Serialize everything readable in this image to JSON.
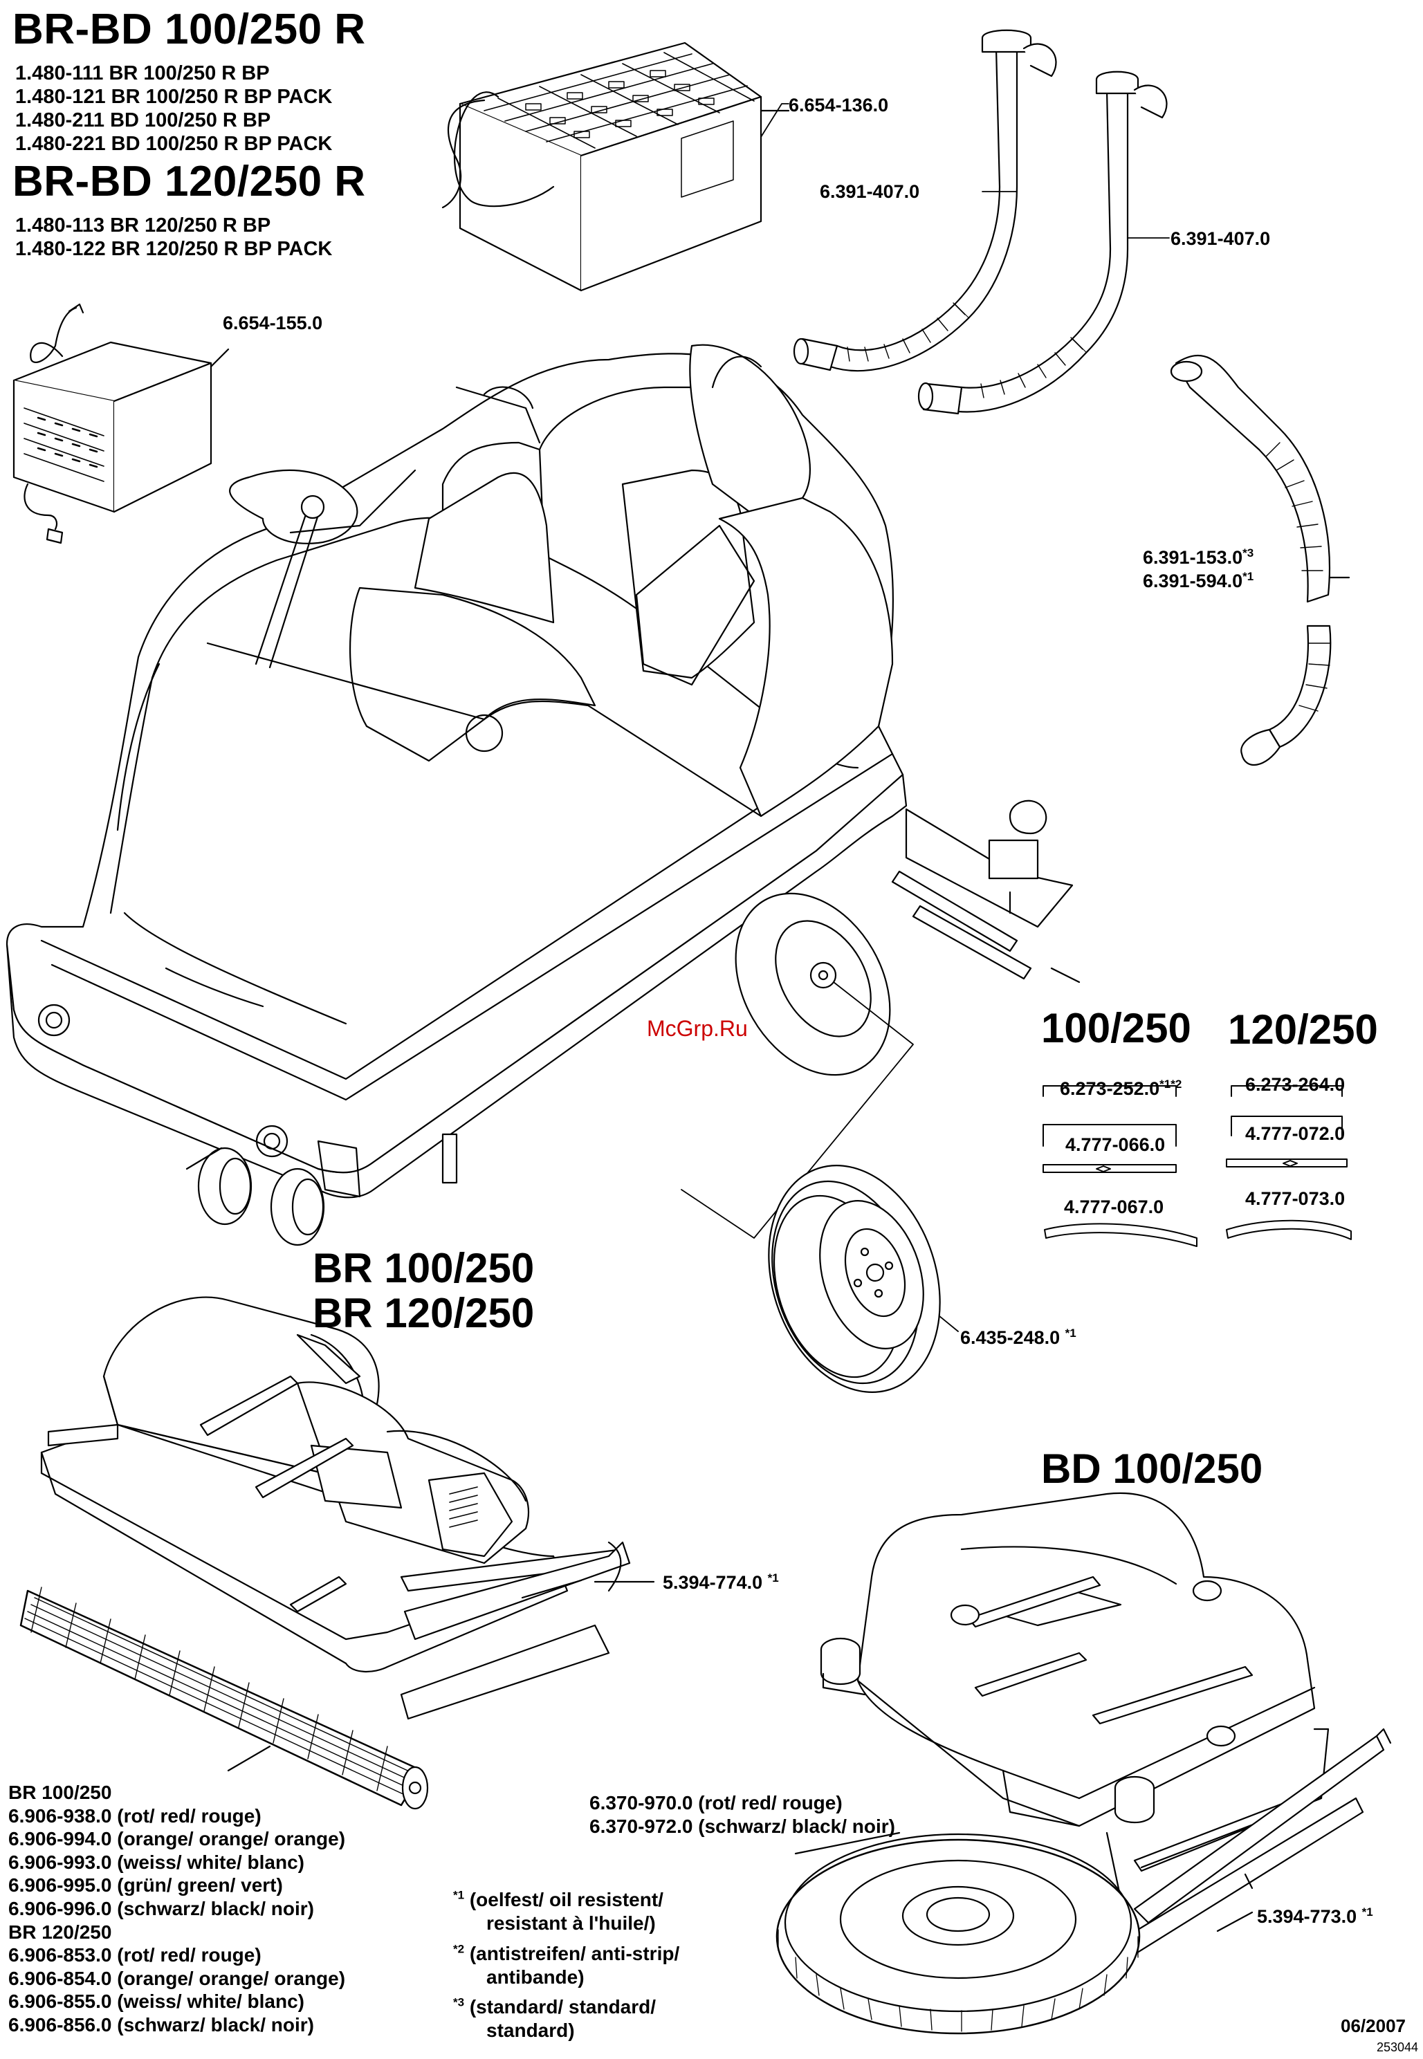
{
  "header": {
    "title_1": "BR-BD 100/250 R",
    "models_1": [
      "1.480-111 BR 100/250 R BP",
      "1.480-121 BR 100/250 R BP PACK",
      "1.480-211 BD 100/250 R BP",
      "1.480-221 BD 100/250 R BP PACK"
    ],
    "title_2": "BR-BD 120/250 R",
    "models_2": [
      "1.480-113 BR 120/250 R BP",
      "1.480-122 BR 120/250 R BP PACK"
    ]
  },
  "parts": {
    "battery": "6.654-136.0",
    "charger": "6.654-155.0",
    "hose_1": "6.391-407.0",
    "hose_2": "6.391-407.0",
    "suction_hose_a": "6.391-153.0",
    "suction_hose_a_mark": "*3",
    "suction_hose_b": "6.391-594.0",
    "suction_hose_b_mark": "*1",
    "wheel": "6.435-248.0",
    "wheel_mark": "*1",
    "br_squeegee": "5.394-774.0",
    "br_squeegee_mark": "*1",
    "bd_squeegee": "5.394-773.0",
    "bd_squeegee_mark": "*1"
  },
  "squeegee_table": {
    "col_1_heading": "100/250",
    "col_2_heading": "120/250",
    "col_1": {
      "set": "6.273-252.0",
      "set_mark_1": "*1",
      "set_mark_2": "*2",
      "front": "4.777-066.0",
      "rear": "4.777-067.0"
    },
    "col_2": {
      "set": "6.273-264.0",
      "front": "4.777-072.0",
      "rear": "4.777-073.0"
    }
  },
  "br_section": {
    "title_1": "BR 100/250",
    "title_2": "BR 120/250"
  },
  "bd_section": {
    "title": "BD 100/250"
  },
  "brush_list": {
    "heading_1": "BR 100/250",
    "items_1": [
      "6.906-938.0 (rot/ red/ rouge)",
      "6.906-994.0 (orange/ orange/ orange)",
      "6.906-993.0 (weiss/ white/ blanc)",
      "6.906-995.0 (grün/ green/ vert)",
      "6.906-996.0 (schwarz/ black/ noir)"
    ],
    "heading_2": "BR 120/250",
    "items_2": [
      "6.906-853.0 (rot/ red/ rouge)",
      "6.906-854.0 (orange/ orange/ orange)",
      "6.906-855.0 (weiss/ white/ blanc)",
      "6.906-856.0 (schwarz/ black/ noir)"
    ]
  },
  "pad_list": [
    "6.370-970.0 (rot/ red/ rouge)",
    "6.370-972.0 (schwarz/ black/ noir)"
  ],
  "footnotes": [
    {
      "mark": "*1",
      "line_1": "(oelfest/ oil resistent/",
      "line_2": "resistant à l'huile/)"
    },
    {
      "mark": "*2",
      "line_1": "(antistreifen/ anti-strip/",
      "line_2": "antibande)"
    },
    {
      "mark": "*3",
      "line_1": "(standard/ standard/",
      "line_2": "standard)"
    }
  ],
  "meta": {
    "date": "06/2007",
    "drawing_no": "253044"
  },
  "watermark": "McGrp.Ru"
}
